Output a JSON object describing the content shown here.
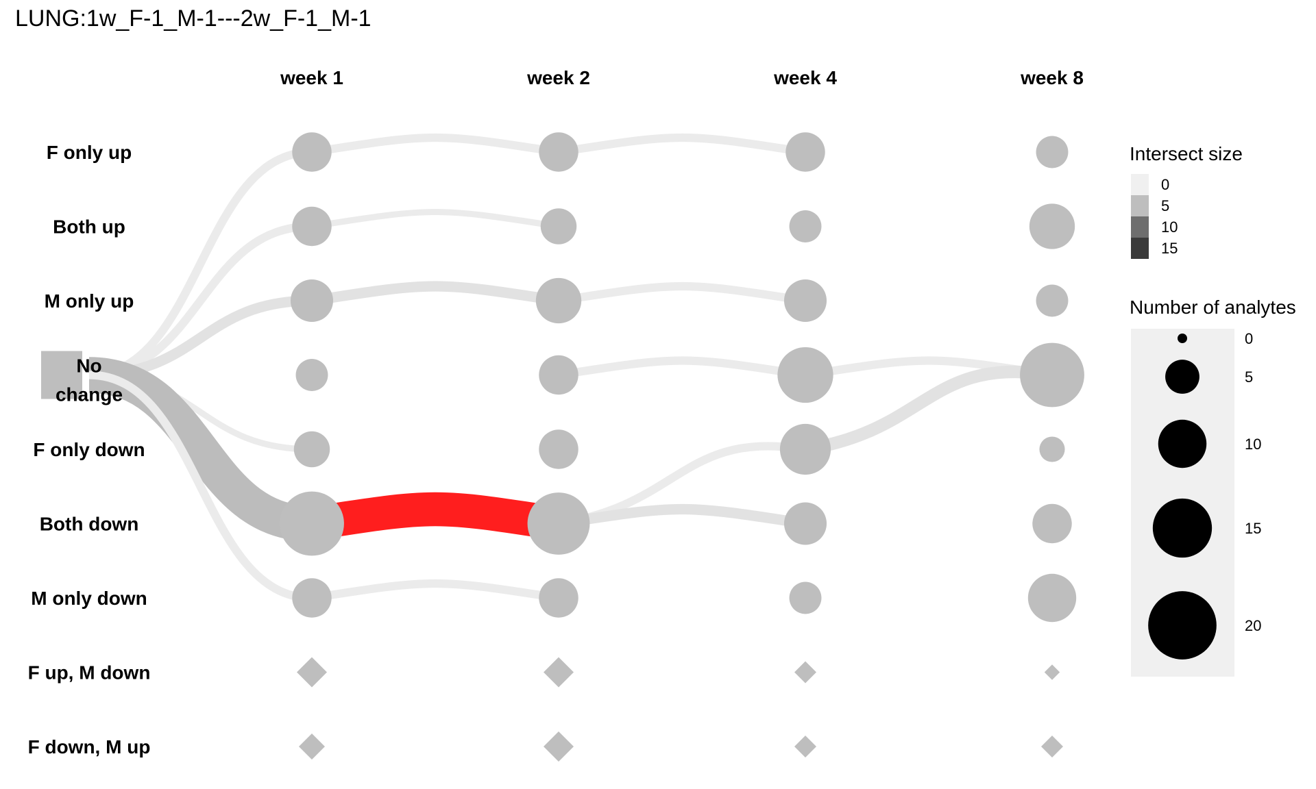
{
  "chart_data": {
    "type": "alluvial-dot",
    "title": "LUNG:1w_F-1_M-1---2w_F-1_M-1",
    "columns": [
      "week 1",
      "week 2",
      "week 4",
      "week 8"
    ],
    "rows": [
      "F only up",
      "Both up",
      "M only up",
      "No change",
      "F only down",
      "Both down",
      "M only down",
      "F up, M down",
      "F down, M up"
    ],
    "start_node": {
      "row": "No change",
      "label_lines": [
        "No",
        "change"
      ]
    },
    "nodes": [
      {
        "col": "week 1",
        "row": "F only up",
        "shape": "circle",
        "value": 6
      },
      {
        "col": "week 1",
        "row": "Both up",
        "shape": "circle",
        "value": 6
      },
      {
        "col": "week 1",
        "row": "M only up",
        "shape": "circle",
        "value": 7
      },
      {
        "col": "week 1",
        "row": "No change",
        "shape": "circle",
        "value": 4
      },
      {
        "col": "week 1",
        "row": "F only down",
        "shape": "circle",
        "value": 5
      },
      {
        "col": "week 1",
        "row": "Both down",
        "shape": "circle",
        "value": 16
      },
      {
        "col": "week 1",
        "row": "M only down",
        "shape": "circle",
        "value": 6
      },
      {
        "col": "week 1",
        "row": "F up, M down",
        "shape": "diamond",
        "value": 2
      },
      {
        "col": "week 1",
        "row": "F down, M up",
        "shape": "diamond",
        "value": 1.5
      },
      {
        "col": "week 2",
        "row": "F only up",
        "shape": "circle",
        "value": 6
      },
      {
        "col": "week 2",
        "row": "Both up",
        "shape": "circle",
        "value": 5
      },
      {
        "col": "week 2",
        "row": "M only up",
        "shape": "circle",
        "value": 8
      },
      {
        "col": "week 2",
        "row": "No change",
        "shape": "circle",
        "value": 6
      },
      {
        "col": "week 2",
        "row": "F only down",
        "shape": "circle",
        "value": 6
      },
      {
        "col": "week 2",
        "row": "Both down",
        "shape": "circle",
        "value": 15
      },
      {
        "col": "week 2",
        "row": "M only down",
        "shape": "circle",
        "value": 6
      },
      {
        "col": "week 2",
        "row": "F up, M down",
        "shape": "diamond",
        "value": 2
      },
      {
        "col": "week 2",
        "row": "F down, M up",
        "shape": "diamond",
        "value": 2
      },
      {
        "col": "week 4",
        "row": "F only up",
        "shape": "circle",
        "value": 6
      },
      {
        "col": "week 4",
        "row": "Both up",
        "shape": "circle",
        "value": 4
      },
      {
        "col": "week 4",
        "row": "M only up",
        "shape": "circle",
        "value": 7
      },
      {
        "col": "week 4",
        "row": "No change",
        "shape": "circle",
        "value": 12
      },
      {
        "col": "week 4",
        "row": "F only down",
        "shape": "circle",
        "value": 10
      },
      {
        "col": "week 4",
        "row": "Both down",
        "shape": "circle",
        "value": 7
      },
      {
        "col": "week 4",
        "row": "M only down",
        "shape": "circle",
        "value": 4
      },
      {
        "col": "week 4",
        "row": "F up, M down",
        "shape": "diamond",
        "value": 1
      },
      {
        "col": "week 4",
        "row": "F down, M up",
        "shape": "diamond",
        "value": 1
      },
      {
        "col": "week 8",
        "row": "F only up",
        "shape": "circle",
        "value": 4
      },
      {
        "col": "week 8",
        "row": "Both up",
        "shape": "circle",
        "value": 8
      },
      {
        "col": "week 8",
        "row": "M only up",
        "shape": "circle",
        "value": 4
      },
      {
        "col": "week 8",
        "row": "No change",
        "shape": "circle",
        "value": 16
      },
      {
        "col": "week 8",
        "row": "F only down",
        "shape": "circle",
        "value": 2.5
      },
      {
        "col": "week 8",
        "row": "Both down",
        "shape": "circle",
        "value": 6
      },
      {
        "col": "week 8",
        "row": "M only down",
        "shape": "circle",
        "value": 9
      },
      {
        "col": "week 8",
        "row": "F up, M down",
        "shape": "diamond",
        "value": 0.2
      },
      {
        "col": "week 8",
        "row": "F down, M up",
        "shape": "diamond",
        "value": 1
      }
    ],
    "flows": [
      {
        "from": [
          "start",
          "No change"
        ],
        "to": [
          "week 1",
          "F only up"
        ],
        "value": 2
      },
      {
        "from": [
          "start",
          "No change"
        ],
        "to": [
          "week 1",
          "Both up"
        ],
        "value": 2
      },
      {
        "from": [
          "start",
          "No change"
        ],
        "to": [
          "week 1",
          "M only up"
        ],
        "value": 3
      },
      {
        "from": [
          "start",
          "No change"
        ],
        "to": [
          "week 1",
          "F only down"
        ],
        "value": 1
      },
      {
        "from": [
          "start",
          "No change"
        ],
        "to": [
          "week 1",
          "Both down"
        ],
        "value": 15
      },
      {
        "from": [
          "start",
          "No change"
        ],
        "to": [
          "week 1",
          "M only down"
        ],
        "value": 2
      },
      {
        "from": [
          "week 1",
          "F only up"
        ],
        "to": [
          "week 2",
          "F only up"
        ],
        "value": 2
      },
      {
        "from": [
          "week 1",
          "Both up"
        ],
        "to": [
          "week 2",
          "Both up"
        ],
        "value": 1
      },
      {
        "from": [
          "week 1",
          "M only up"
        ],
        "to": [
          "week 2",
          "M only up"
        ],
        "value": 3
      },
      {
        "from": [
          "week 1",
          "Both down"
        ],
        "to": [
          "week 2",
          "Both down"
        ],
        "value": 14,
        "highlight": true
      },
      {
        "from": [
          "week 1",
          "M only down"
        ],
        "to": [
          "week 2",
          "M only down"
        ],
        "value": 2
      },
      {
        "from": [
          "week 2",
          "F only up"
        ],
        "to": [
          "week 4",
          "F only up"
        ],
        "value": 2
      },
      {
        "from": [
          "week 2",
          "M only up"
        ],
        "to": [
          "week 4",
          "M only up"
        ],
        "value": 2
      },
      {
        "from": [
          "week 2",
          "No change"
        ],
        "to": [
          "week 4",
          "No change"
        ],
        "value": 2
      },
      {
        "from": [
          "week 2",
          "Both down"
        ],
        "to": [
          "week 4",
          "F only down"
        ],
        "value": 2
      },
      {
        "from": [
          "week 2",
          "Both down"
        ],
        "to": [
          "week 4",
          "Both down"
        ],
        "value": 3
      },
      {
        "from": [
          "week 4",
          "No change"
        ],
        "to": [
          "week 8",
          "No change"
        ],
        "value": 2
      },
      {
        "from": [
          "week 4",
          "F only down"
        ],
        "to": [
          "week 8",
          "No change"
        ],
        "value": 4
      }
    ],
    "legend_intersect": {
      "title": "Intersect size",
      "ticks": [
        "0",
        "5",
        "10",
        "15"
      ],
      "colors": [
        "#f0f0f0",
        "#bebebe",
        "#6e6e6e",
        "#3a3a3a"
      ]
    },
    "legend_size": {
      "title": "Number of analytes",
      "ticks": [
        0,
        5,
        10,
        15,
        20
      ]
    },
    "colors": {
      "node": "#bebebe",
      "start_node": "#bebebe",
      "flow_light": "#ebebeb",
      "flow_mid": "#e2e2e2",
      "flow_heavy": "#bcbcbc",
      "highlight": "#ff1e1e",
      "legend_bg": "#f0f0f0"
    }
  }
}
